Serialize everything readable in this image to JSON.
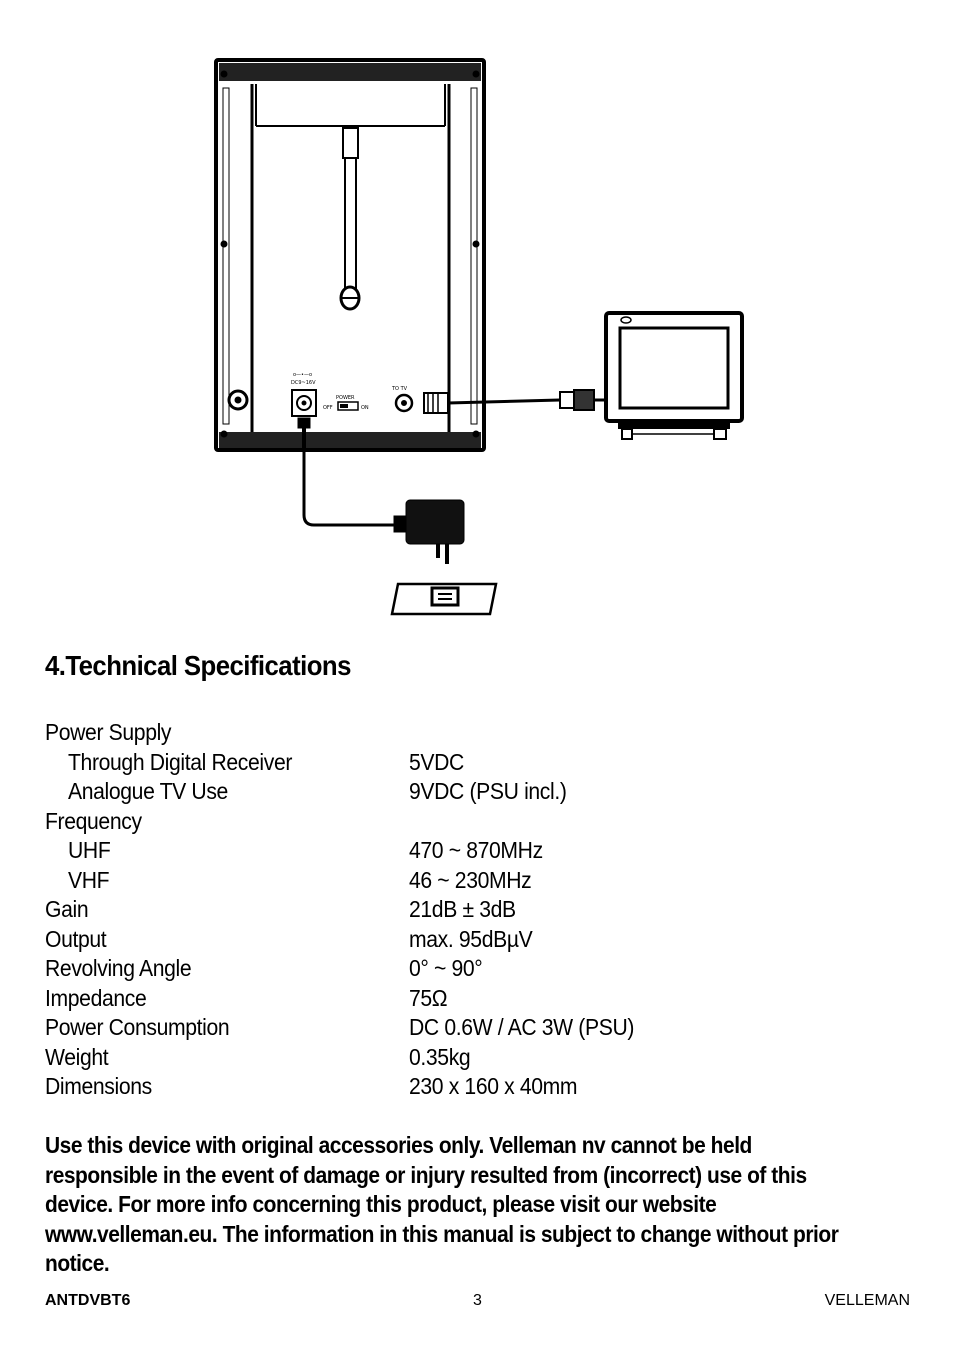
{
  "diagram": {
    "labels": {
      "dc_input": "DC9~16V",
      "power": "POWER",
      "off": "OFF",
      "on": "ON",
      "to_tv": "TO TV"
    }
  },
  "section_title": "4.Technical Specifications",
  "specs": [
    {
      "label": "Power Supply",
      "value": "",
      "sub": false
    },
    {
      "label": "Through Digital Receiver",
      "value": "5VDC",
      "sub": true
    },
    {
      "label": "Analogue TV Use",
      "value": "9VDC (PSU incl.)",
      "sub": true
    },
    {
      "label": "Frequency",
      "value": "",
      "sub": false
    },
    {
      "label": "UHF",
      "value": "470 ~ 870MHz",
      "sub": true
    },
    {
      "label": "VHF",
      "value": "46 ~ 230MHz",
      "sub": true
    },
    {
      "label": "Gain",
      "value": "21dB ± 3dB",
      "sub": false
    },
    {
      "label": "Output",
      "value": "max. 95dBµV",
      "sub": false
    },
    {
      "label": "Revolving Angle",
      "value": "0° ~ 90°",
      "sub": false
    },
    {
      "label": "Impedance",
      "value": "75Ω",
      "sub": false
    },
    {
      "label": "Power Consumption",
      "value": "DC 0.6W / AC 3W (PSU)",
      "sub": false
    },
    {
      "label": "Weight",
      "value": "0.35kg",
      "sub": false
    },
    {
      "label": "Dimensions",
      "value": "230 x 160 x 40mm",
      "sub": false
    }
  ],
  "notice_lines": [
    "Use this device with original accessories only. Velleman nv cannot be held",
    "responsible in the event of damage or injury resulted from (incorrect) use of this",
    "device. For more info concerning this product, please visit our website",
    "www.velleman.eu. The information in this manual is subject to change without prior",
    "notice."
  ],
  "footer": {
    "left": "ANTDVBT6",
    "center": "3",
    "right": "VELLEMAN"
  }
}
